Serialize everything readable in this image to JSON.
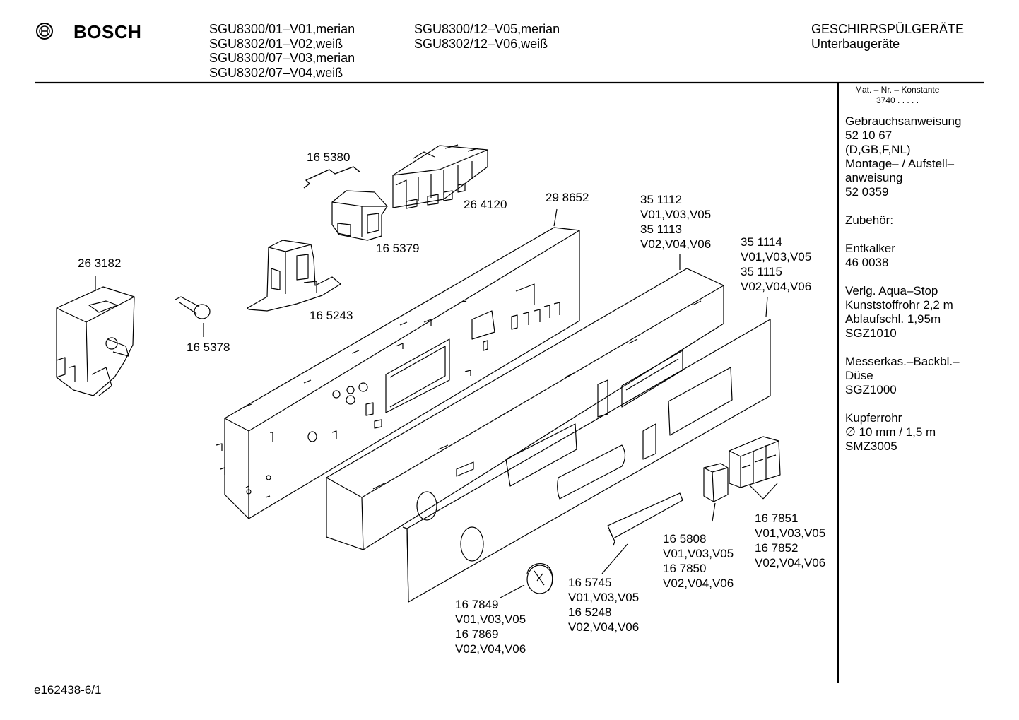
{
  "header": {
    "brand": "BOSCH",
    "models_col1": [
      "SGU8300/01–V01,merian",
      "SGU8302/01–V02,weiß",
      "SGU8300/07–V03,merian",
      "SGU8302/07–V04,weiß"
    ],
    "models_col2": [
      "SGU8300/12–V05,merian",
      "SGU8302/12–V06,weiß"
    ],
    "category": "GESCHIRRSPÜLGERÄTE",
    "subcategory": "Unterbaugeräte"
  },
  "sidebar": {
    "mat_label": "Mat. – Nr. – Konstante",
    "mat_value": "3740 .  .  .  .  .",
    "groups": [
      [
        "Gebrauchsanweisung",
        "52 10 67",
        "(D,GB,F,NL)",
        "Montage– / Aufstell–",
        "anweisung",
        "52 0359"
      ],
      [
        "Zubehör:"
      ],
      [
        "Entkalker",
        "46 0038"
      ],
      [
        "Verlg. Aqua–Stop",
        "Kunststoffrohr 2,2 m",
        "Ablaufschl. 1,95m",
        "SGZ1010"
      ],
      [
        "Messerkas.–Backbl.–",
        "Düse",
        "SGZ1000"
      ],
      [
        "Kupferrohr",
        "∅ 10 mm / 1,5 m",
        "SMZ3005"
      ]
    ]
  },
  "parts": {
    "p165380": "16 5380",
    "p264120": "26 4120",
    "p298652": "29 8652",
    "p165379": "16 5379",
    "p263182": "26 3182",
    "p165243": "16 5243",
    "p165378": "16 5378",
    "p3511xx": [
      "35 1112",
      "V01,V03,V05",
      "35 1113",
      "V02,V04,V06"
    ],
    "p3511yy": [
      "35 1114",
      "V01,V03,V05",
      "35 1115",
      "V02,V04,V06"
    ],
    "p1678xx": [
      "16 7851",
      "V01,V03,V05",
      "16 7852",
      "V02,V04,V06"
    ],
    "p165808": [
      "16 5808",
      "V01,V03,V05",
      "16 7850",
      "V02,V04,V06"
    ],
    "p165745": [
      "16 5745",
      "V01,V03,V05",
      "16 5248",
      "V02,V04,V06"
    ],
    "p167849": [
      "16 7849",
      "V01,V03,V05",
      "16 7869",
      "V02,V04,V06"
    ]
  },
  "footer": {
    "doc_id": "e162438-6/1"
  }
}
